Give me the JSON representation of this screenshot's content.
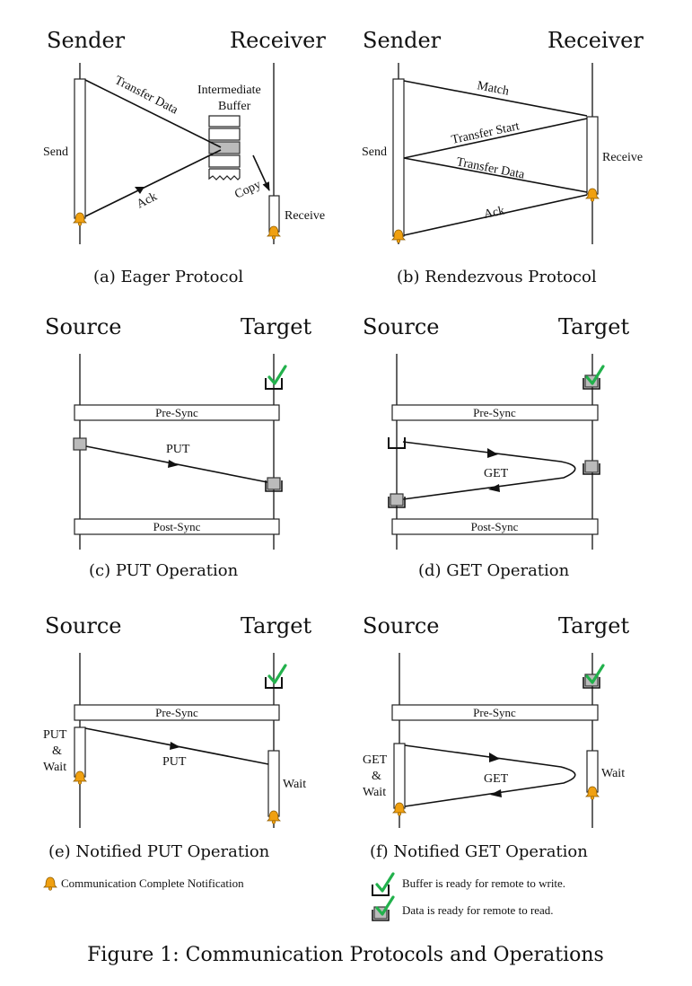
{
  "panels": {
    "a": {
      "left": "Sender",
      "right": "Receiver",
      "send": "Send",
      "receive": "Receive",
      "transfer": "Transfer Data",
      "ack": "Ack",
      "buffer1": "Intermediate",
      "buffer2": "Buffer",
      "copy": "Copy",
      "caption": "(a) Eager Protocol"
    },
    "b": {
      "left": "Sender",
      "right": "Receiver",
      "send": "Send",
      "receive": "Receive",
      "match": "Match",
      "start": "Transfer Start",
      "transfer": "Transfer Data",
      "ack": "Ack",
      "caption": "(b) Rendezvous Protocol"
    },
    "c": {
      "left": "Source",
      "right": "Target",
      "presync": "Pre-Sync",
      "postsync": "Post-Sync",
      "op": "PUT",
      "caption": "(c) PUT Operation"
    },
    "d": {
      "left": "Source",
      "right": "Target",
      "presync": "Pre-Sync",
      "postsync": "Post-Sync",
      "op": "GET",
      "caption": "(d) GET Operation"
    },
    "e": {
      "left": "Source",
      "right": "Target",
      "presync": "Pre-Sync",
      "op": "PUT",
      "put1": "PUT",
      "amp": "&",
      "wait1": "Wait",
      "wait": "Wait",
      "caption": "(e) Notified PUT Operation"
    },
    "f": {
      "left": "Source",
      "right": "Target",
      "presync": "Pre-Sync",
      "op": "GET",
      "get1": "GET",
      "amp": "&",
      "wait1": "Wait",
      "wait": "Wait",
      "caption": "(f) Notified GET Operation"
    }
  },
  "legend": {
    "notification": "Communication Complete Notification",
    "write_ready": "Buffer is ready for remote to write.",
    "read_ready": "Data is ready for remote to read."
  },
  "figure_caption": "Figure 1: Communication Protocols and Operations",
  "colors": {
    "bell": "#f0a010",
    "check": "#22b14c",
    "gray_buffer": "#bbbbbb"
  },
  "icons": {
    "notification": "bell-icon",
    "write_ready": "checkmark-empty-buffer-icon",
    "read_ready": "checkmark-filled-buffer-icon"
  }
}
